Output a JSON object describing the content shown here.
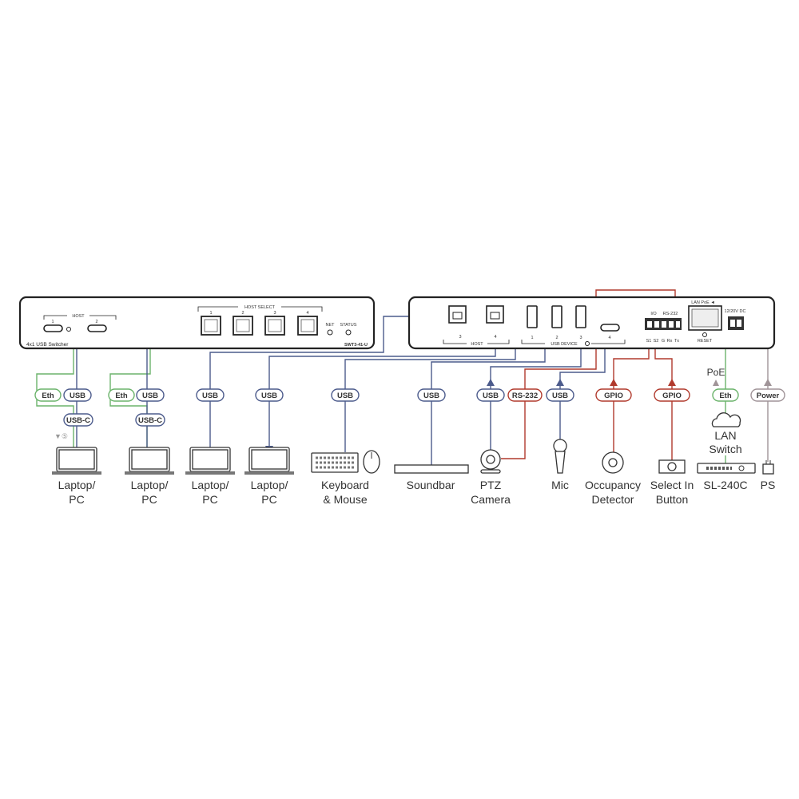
{
  "front_panel": {
    "host_label": "HOST",
    "host_ports": [
      "1",
      "2"
    ],
    "model_desc": "4x1 USB Switcher",
    "host_select_label": "HOST SELECT",
    "host_select_buttons": [
      "1",
      "2",
      "3",
      "4"
    ],
    "net_label": "NET",
    "status_label": "STATUS",
    "model": "SWT3-41-U"
  },
  "rear_panel": {
    "host_label": "HOST",
    "host_ports": [
      "3",
      "4"
    ],
    "usb_device_label": "USB DEVICE",
    "usb_device_ports": [
      "1",
      "2",
      "3",
      "4"
    ],
    "io_label": "I/O",
    "rs232_label": "RS-232",
    "terminal_pins": [
      "S1",
      "S2",
      "G",
      "Rx",
      "Tx"
    ],
    "lan_label": "LAN PoE ◄",
    "reset_label": "RESET",
    "power_label": "12/20V DC"
  },
  "badges": {
    "eth1": "Eth",
    "usb1": "USB",
    "usbc1": "USB-C",
    "eth2": "Eth",
    "usb2": "USB",
    "usbc2": "USB-C",
    "usb3": "USB",
    "usb4": "USB",
    "usb_kb": "USB",
    "usb_soundbar": "USB",
    "usb_ptz": "USB",
    "rs232": "RS-232",
    "usb_mic": "USB",
    "gpio1": "GPIO",
    "gpio2": "GPIO",
    "eth_lan": "Eth",
    "power": "Power"
  },
  "annotations": {
    "poe": "PoE",
    "lan_switch_1": "LAN",
    "lan_switch_2": "Switch"
  },
  "devices": [
    {
      "l1": "Laptop/",
      "l2": "PC"
    },
    {
      "l1": "Laptop/",
      "l2": "PC"
    },
    {
      "l1": "Laptop/",
      "l2": "PC"
    },
    {
      "l1": "Laptop/",
      "l2": "PC"
    },
    {
      "l1": "Keyboard",
      "l2": "& Mouse"
    },
    {
      "l1": "Soundbar"
    },
    {
      "l1": "PTZ",
      "l2": "Camera"
    },
    {
      "l1": "Mic"
    },
    {
      "l1": "Occupancy",
      "l2": "Detector"
    },
    {
      "l1": "Select In",
      "l2": "Button"
    },
    {
      "l1": "SL-240C"
    },
    {
      "l1": "PS"
    }
  ],
  "colors": {
    "usb": "#4c5b8c",
    "eth": "#6bb36b",
    "control": "#b13a2d",
    "power": "#a09498"
  }
}
